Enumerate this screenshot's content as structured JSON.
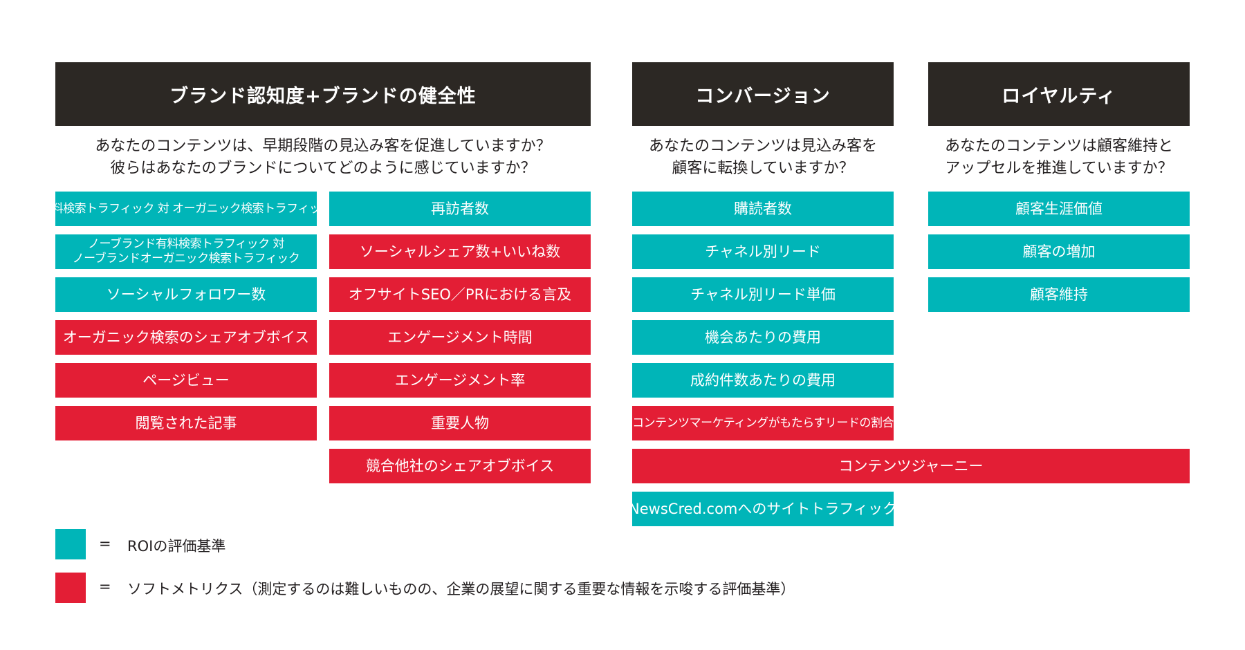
{
  "colors": {
    "header": "#2c2824",
    "roi": "#00b5b8",
    "soft": "#e31e35"
  },
  "columns": {
    "brand": {
      "title": "ブランド認知度+ブランドの健全性",
      "question": [
        "あなたのコンテンツは、早期段階の見込み客を促進していますか？",
        "彼らはあなたのブランドについてどのように感じていますか？"
      ]
    },
    "conversion": {
      "title": "コンバージョン",
      "question": [
        "あなたのコンテンツは見込み客を",
        "顧客に転換していますか？"
      ]
    },
    "loyalty": {
      "title": "ロイヤルティ",
      "question": [
        "あなたのコンテンツは顧客維持と",
        "アップセルを推進していますか？"
      ]
    }
  },
  "metrics": {
    "brand_left": [
      {
        "label": "有料検索トラフィック 対 オーガニック検索トラフィック",
        "type": "roi"
      },
      {
        "label": [
          "ノーブランド有料検索トラフィック 対",
          "ノーブランドオーガニック検索トラフィック"
        ],
        "type": "roi"
      },
      {
        "label": "ソーシャルフォロワー数",
        "type": "roi"
      },
      {
        "label": "オーガニック検索のシェアオブボイス",
        "type": "soft"
      },
      {
        "label": "ページビュー",
        "type": "soft"
      },
      {
        "label": "閲覧された記事",
        "type": "soft"
      }
    ],
    "brand_right": [
      {
        "label": "再訪者数",
        "type": "roi"
      },
      {
        "label": "ソーシャルシェア数+いいね数",
        "type": "soft"
      },
      {
        "label": "オフサイトSEO／PRにおける言及",
        "type": "soft"
      },
      {
        "label": "エンゲージメント時間",
        "type": "soft"
      },
      {
        "label": "エンゲージメント率",
        "type": "soft"
      },
      {
        "label": "重要人物",
        "type": "soft"
      },
      {
        "label": "競合他社のシェアオブボイス",
        "type": "soft"
      }
    ],
    "conversion": [
      {
        "label": "購読者数",
        "type": "roi"
      },
      {
        "label": "チャネル別リード",
        "type": "roi"
      },
      {
        "label": "チャネル別リード単価",
        "type": "roi"
      },
      {
        "label": "機会あたりの費用",
        "type": "roi"
      },
      {
        "label": "成約件数あたりの費用",
        "type": "roi"
      },
      {
        "label": "コンテンツマーケティングがもたらすリードの割合",
        "type": "soft"
      }
    ],
    "shared": {
      "label": "コンテンツジャーニー",
      "type": "soft"
    },
    "conversion_last": {
      "label": "NewsCred.comへのサイトトラフィック",
      "type": "roi"
    },
    "loyalty": [
      {
        "label": "顧客生涯価値",
        "type": "roi"
      },
      {
        "label": "顧客の増加",
        "type": "roi"
      },
      {
        "label": "顧客維持",
        "type": "roi"
      }
    ]
  },
  "legend": [
    {
      "symbol": "=",
      "text": "ROIの評価基準",
      "type": "roi"
    },
    {
      "symbol": "=",
      "text": "ソフトメトリクス（測定するのは難しいものの、企業の展望に関する重要な情報を示唆する評価基準）",
      "type": "soft"
    }
  ]
}
